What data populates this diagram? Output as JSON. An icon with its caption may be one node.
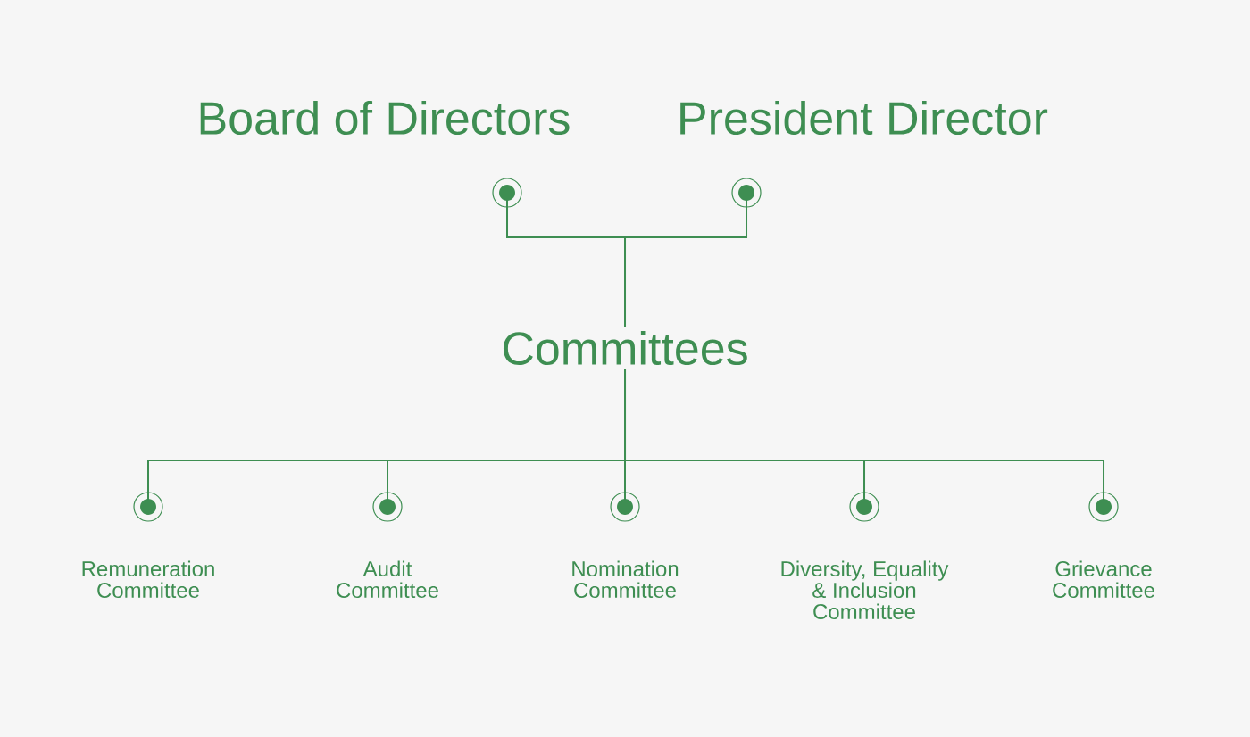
{
  "diagram": {
    "nodes": [
      {
        "text": [
          "Board of Directors"
        ]
      },
      {
        "text": [
          "President Director"
        ]
      },
      {
        "text": [
          "Committees"
        ]
      },
      {
        "text": [
          "Remuneration Committee"
        ]
      },
      {
        "text": [
          "Audit Committee"
        ]
      },
      {
        "text": [
          "Nomination Committee"
        ]
      },
      {
        "text": [
          "Diversity, Equality & Inclusion Committee"
        ]
      },
      {
        "text": [
          "Grievance Committee"
        ]
      }
    ],
    "edges": [
      {
        "from": 2,
        "to": 0,
        "arrow": "other"
      },
      {
        "from": 2,
        "to": 1,
        "arrow": "other"
      },
      {
        "from": 2,
        "to": 3,
        "arrow": "other"
      },
      {
        "from": 2,
        "to": 4,
        "arrow": "other"
      },
      {
        "from": 2,
        "to": 5,
        "arrow": "other"
      },
      {
        "from": 2,
        "to": 6,
        "arrow": "other"
      },
      {
        "from": 2,
        "to": 7,
        "arrow": "other"
      }
    ]
  }
}
